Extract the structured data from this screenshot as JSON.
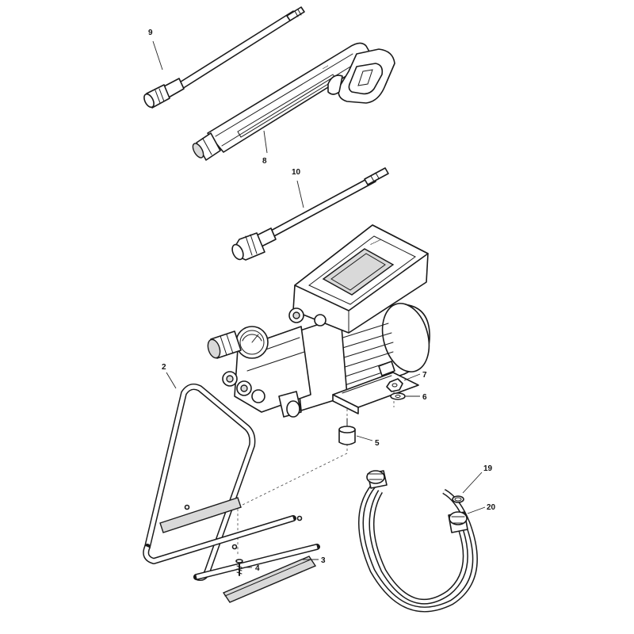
{
  "diagram": {
    "callouts": [
      {
        "id": "9",
        "label": "9"
      },
      {
        "id": "8",
        "label": "8"
      },
      {
        "id": "10",
        "label": "10"
      },
      {
        "id": "2",
        "label": "2"
      },
      {
        "id": "7",
        "label": "7"
      },
      {
        "id": "6",
        "label": "6"
      },
      {
        "id": "5",
        "label": "5"
      },
      {
        "id": "19",
        "label": "19"
      },
      {
        "id": "20",
        "label": "20"
      },
      {
        "id": "4",
        "label": "4"
      },
      {
        "id": "3",
        "label": "3"
      }
    ]
  },
  "colors": {
    "line": "#1a1a1a",
    "background": "#ffffff"
  },
  "icons": [
    "gun-icon",
    "lance-icon",
    "pump-motor-icon",
    "frame-icon",
    "hose-icon"
  ]
}
